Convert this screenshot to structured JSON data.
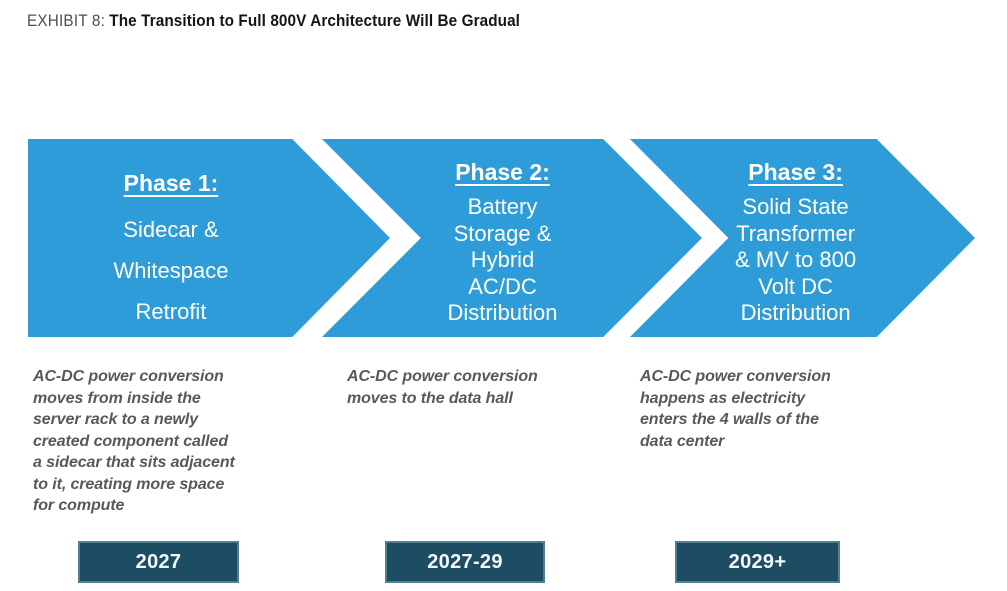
{
  "header": {
    "exhibit_label": "EXHIBIT 8:",
    "title": "The Transition to Full 800V Architecture Will Be Gradual"
  },
  "phases": [
    {
      "heading": "Phase 1:",
      "lines": [
        "Sidecar &",
        "Whitespace",
        "Retrofit"
      ],
      "description": "AC-DC power conversion\nmoves from inside the\nserver rack to a newly\ncreated component called\na sidecar that sits adjacent\nto it, creating more space\nfor compute",
      "timeline": "2027"
    },
    {
      "heading": "Phase 2:",
      "lines": [
        "Battery",
        "Storage &",
        "Hybrid",
        "AC/DC",
        "Distribution"
      ],
      "description": "AC-DC power conversion\nmoves to the data hall",
      "timeline": "2027-29"
    },
    {
      "heading": "Phase 3:",
      "lines": [
        "Solid State",
        "Transformer",
        "& MV to 800",
        "Volt DC",
        "Distribution"
      ],
      "description": "AC-DC power conversion\nhappens as electricity\nenters the 4 walls of the\ndata center",
      "timeline": "2029+"
    }
  ],
  "colors": {
    "chevron_blue": "#2E9CD8",
    "badge_fill": "#1D4D62",
    "badge_border": "#4F7E95",
    "description_gray": "#58595B"
  }
}
